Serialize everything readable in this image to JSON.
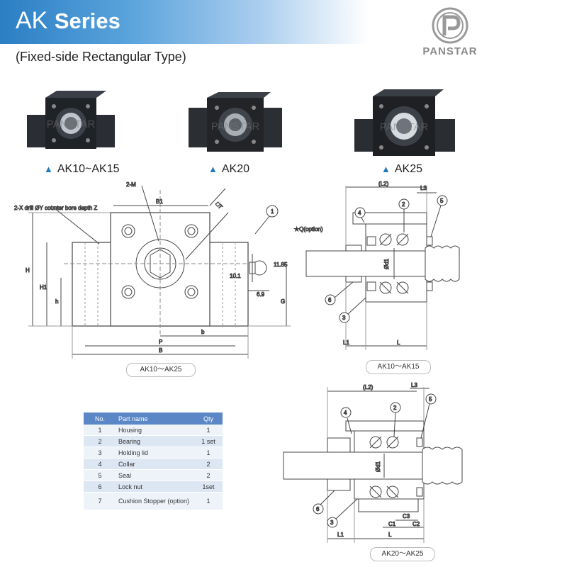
{
  "header": {
    "title_ak": "AK",
    "title_series": "Series",
    "subtitle": "(Fixed-side Rectangular Type)",
    "brand": "PANSTAR"
  },
  "products": [
    {
      "caption": "AK10~AK15",
      "watermark": "PANSTAR"
    },
    {
      "caption": "AK20",
      "watermark": "PANSTAR"
    },
    {
      "caption": "AK25",
      "watermark": "PANSTAR"
    }
  ],
  "front_view": {
    "labels": {
      "two_m": "2-M",
      "b1": "B1",
      "dt": "□T",
      "counterbore": "2-X drill ØY counter bore depth Z",
      "q_option": "★Q(option)",
      "h_upper": "H",
      "h1": "H1",
      "h_lower": "h",
      "dim_101": "10.1",
      "dim_1185": "11.85",
      "dim_69": "6.9",
      "g": "G",
      "b_small": "b",
      "p": "P",
      "b_big": "B",
      "callout_1": "1"
    },
    "caption": "AK10～AK25"
  },
  "section_view_small": {
    "labels": {
      "l2": "(L2)",
      "l3": "L3",
      "od1": "Ød1",
      "l1": "L1",
      "l": "L",
      "c4": "4",
      "c2": "2",
      "c5": "5",
      "c6": "6",
      "c3": "3"
    },
    "caption": "AK10～AK15"
  },
  "section_view_large": {
    "labels": {
      "l2": "(L2)",
      "l3": "L3",
      "od1": "Ød1",
      "l1": "L1",
      "l": "L",
      "c1": "C1",
      "c2": "C2",
      "c3": "C3",
      "n4": "4",
      "n2": "2",
      "n5": "5",
      "n6": "6",
      "n3": "3"
    },
    "caption": "AK20～AK25"
  },
  "parts_table": {
    "headers": [
      "No.",
      "Part name",
      "Qty"
    ],
    "rows": [
      [
        "1",
        "Housing",
        "1"
      ],
      [
        "2",
        "Bearing",
        "1 set"
      ],
      [
        "3",
        "Holding lid",
        "1"
      ],
      [
        "4",
        "Collar",
        "2"
      ],
      [
        "5",
        "Seal",
        "2"
      ],
      [
        "6",
        "Lock nut",
        "1set"
      ],
      [
        "7",
        "Cushion Stopper (option)",
        "1"
      ]
    ]
  },
  "colors": {
    "banner": "#2b7fc4",
    "table_header": "#5b87c6",
    "triangle": "#1f7ac0"
  }
}
